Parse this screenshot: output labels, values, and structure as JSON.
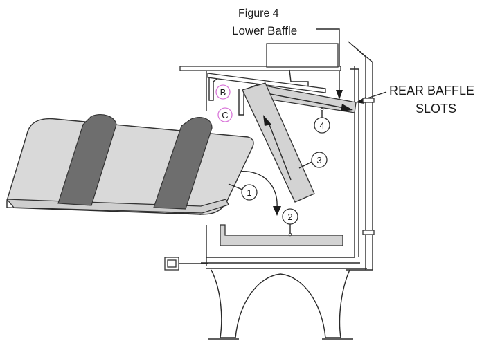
{
  "figure": {
    "title": "Figure 4",
    "lower_baffle_label": "Lower Baffle",
    "rear_baffle_label_line1": "REAR BAFFLE",
    "rear_baffle_label_line2": "SLOTS"
  },
  "callouts": [
    "1",
    "2",
    "3",
    "4"
  ],
  "points": [
    "B",
    "C"
  ],
  "colors": {
    "line": "#2a2a2a",
    "part_fill": "#d9d9d9",
    "baffle_fill": "#d3d3d3",
    "strap_fill": "#6e6e6e",
    "marker_ring": "#d977d9"
  }
}
